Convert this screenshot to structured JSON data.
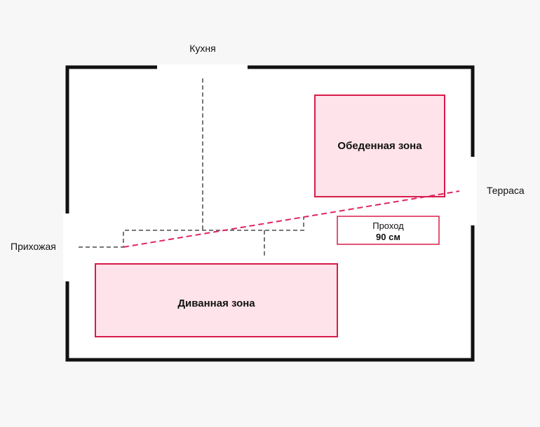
{
  "doorways": {
    "kitchen": "Кухня",
    "terrace": "Терраса",
    "hallway": "Прихожая"
  },
  "zones": {
    "dining": "Обеденная зона",
    "sofa": "Диванная зона"
  },
  "passage": {
    "label": "Проход",
    "width": "90 см"
  },
  "colors": {
    "wall": "#111111",
    "zone_fill": "#ffe3ea",
    "zone_stroke": "#d81b48",
    "path_dashed": "#777777",
    "clearance_dashed": "#e0245e"
  }
}
